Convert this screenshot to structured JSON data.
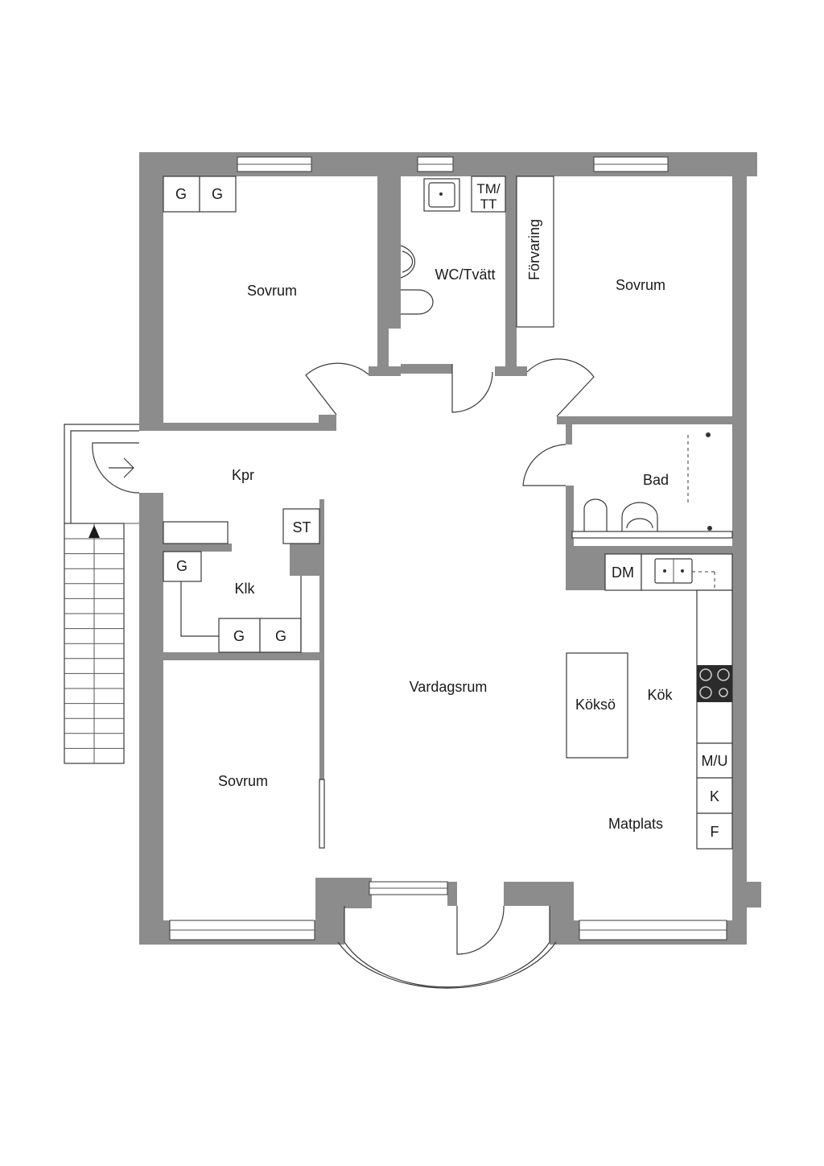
{
  "rooms": {
    "bedroom_nw": "Sovrum",
    "bedroom_ne": "Sovrum",
    "bedroom_sw": "Sovrum",
    "wc": "WC/Tvätt",
    "storage": "Förvaring",
    "hall": "Kpr",
    "closet": "Klk",
    "bath": "Bad",
    "living": "Vardagsrum",
    "island": "Köksö",
    "kitchen": "Kök",
    "dining": "Matplats"
  },
  "fixtures": {
    "wardrobe": "G",
    "st": "ST",
    "tm_tt_1": "TM/",
    "tm_tt_2": "TT",
    "dishwasher": "DM",
    "micro_oven": "M/U",
    "fridge": "K",
    "freezer": "F"
  },
  "colors": {
    "wall": "#8c8c8c",
    "line": "#3a3a3a",
    "stove": "#2b2b2b"
  }
}
